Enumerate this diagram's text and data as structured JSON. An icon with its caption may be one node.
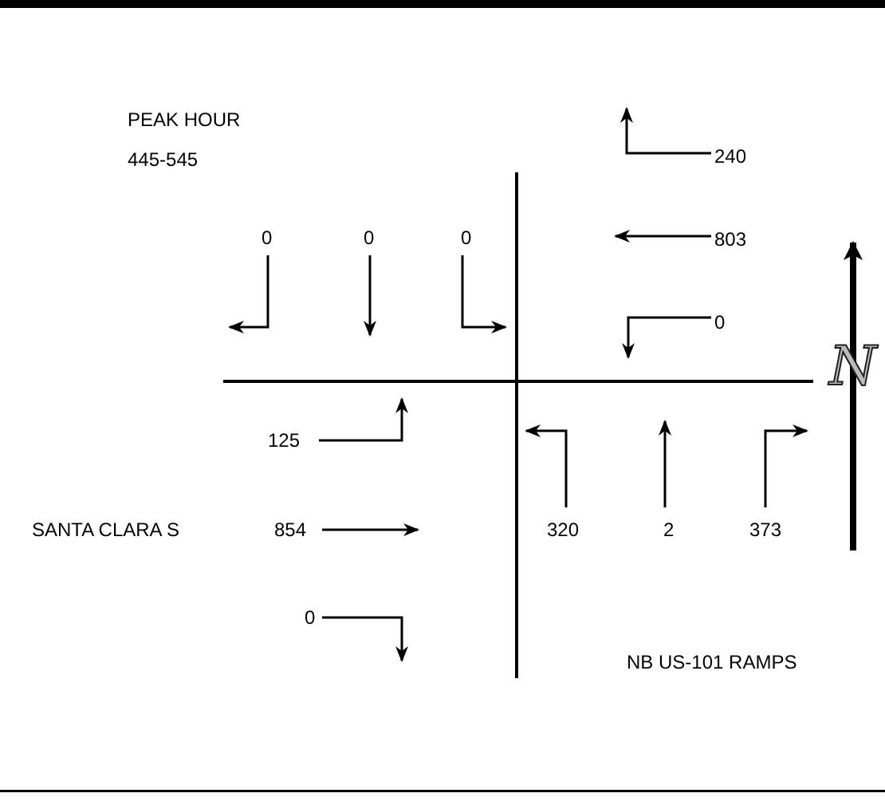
{
  "diagram": {
    "labels": [
      "PEAK HOUR",
      "445-545",
      "240",
      "0",
      "0",
      "0",
      "803",
      "0",
      "125",
      "SANTA CLARA S",
      "854",
      "320",
      "2",
      "373",
      "0",
      "NB US-101 RAMPS",
      "N"
    ]
  }
}
